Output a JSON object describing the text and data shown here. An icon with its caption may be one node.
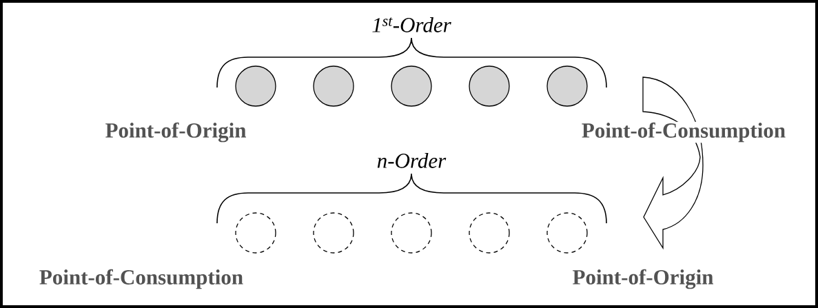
{
  "diagram": {
    "nodes": [
      {
        "text": [],
        "shape": "circle"
      },
      {
        "text": [],
        "shape": "circle"
      },
      {
        "text": [],
        "shape": "circle"
      },
      {
        "text": [],
        "shape": "circle"
      },
      {
        "text": [],
        "shape": "circle"
      },
      {
        "text": [],
        "shape": "circle"
      },
      {
        "text": [],
        "shape": "circle"
      },
      {
        "text": [],
        "shape": "circle"
      },
      {
        "text": [],
        "shape": "circle"
      },
      {
        "text": [],
        "shape": "circle"
      }
    ],
    "labels": [
      "1$^{st}$-Order",
      "Point-of-Origin",
      "Point-of-Consumption",
      "n-Order",
      "Point-of-Consumption",
      "Point-of-Origin"
    ]
  }
}
